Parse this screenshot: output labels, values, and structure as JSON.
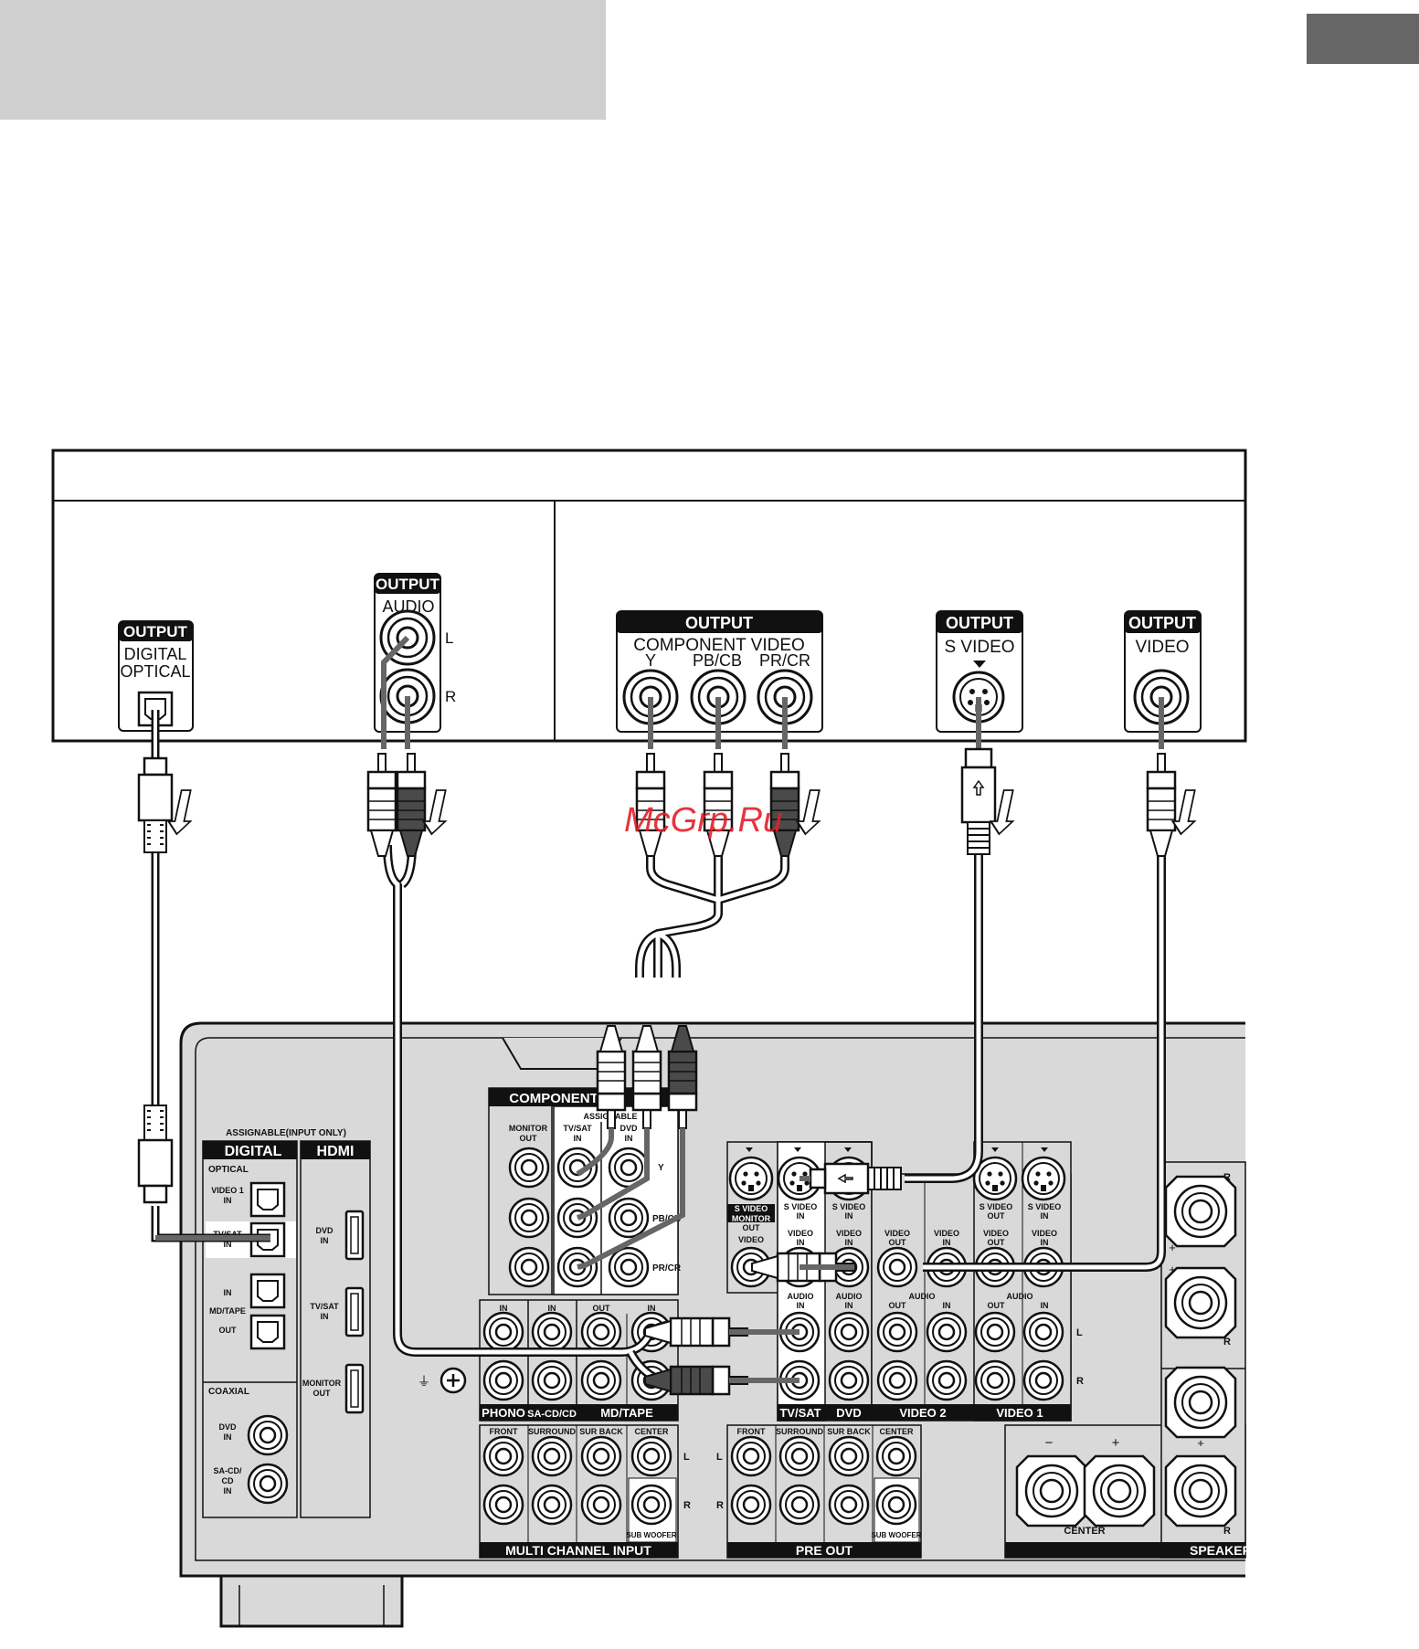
{
  "watermark": "McGrp.Ru",
  "colors": {
    "panel": "#d9d9d9",
    "header_block": "#cfcfcf",
    "tab": "#666666",
    "dark": "#111111",
    "watermark": "#e3202a"
  },
  "source_device": {
    "outputs": {
      "optical": {
        "header": "OUTPUT",
        "line1": "DIGITAL",
        "line2": "OPTICAL"
      },
      "audio": {
        "header": "OUTPUT",
        "label": "AUDIO",
        "left": "L",
        "right": "R"
      },
      "component": {
        "header": "OUTPUT",
        "label": "COMPONENT VIDEO",
        "y": "Y",
        "pb": "PB/CB",
        "pr": "PR/CR"
      },
      "svideo": {
        "header": "OUTPUT",
        "label": "S VIDEO"
      },
      "video": {
        "header": "OUTPUT",
        "label": "VIDEO"
      }
    }
  },
  "receiver": {
    "assignable_title": "ASSIGNABLE(INPUT ONLY)",
    "digital": {
      "title": "DIGITAL",
      "optical": "OPTICAL",
      "video1_in": [
        "VIDEO 1",
        "IN"
      ],
      "tvsat_in": [
        "TV/SAT",
        "IN"
      ],
      "in": "IN",
      "mdtape": "MD/TAPE",
      "out": "OUT",
      "coaxial": "COAXIAL",
      "dvd_in": [
        "DVD",
        "IN"
      ],
      "sacd_in": [
        "SA-CD/",
        "CD",
        "IN"
      ]
    },
    "hdmi": {
      "title": "HDMI",
      "dvd_in": [
        "DVD",
        "IN"
      ],
      "tvsat_in": [
        "TV/SAT",
        "IN"
      ],
      "monitor_out": [
        "MONITOR",
        "OUT"
      ]
    },
    "component": {
      "title": "COMPONENT",
      "assignable": "ASSIGNABLE",
      "monitor_out": [
        "MONITOR",
        "OUT"
      ],
      "tvsat_in": [
        "TV/SAT",
        "IN"
      ],
      "dvd_in": [
        "DVD",
        "IN"
      ],
      "y": "Y",
      "pb": "PB/CB",
      "pr": "PR/CR"
    },
    "audio_row": {
      "in": "IN",
      "out": "OUT",
      "phono": "PHONO",
      "sacd": "SA-CD/CD",
      "mdtape": "MD/TAPE"
    },
    "video_section": {
      "svideo": "S VIDEO",
      "video": "VIDEO",
      "audio": "AUDIO",
      "in": "IN",
      "out": "OUT",
      "monitor_out": [
        "MONITOR",
        "OUT"
      ],
      "tvsat": "TV/SAT",
      "dvd": "DVD",
      "video2": "VIDEO 2",
      "video1": "VIDEO 1",
      "l": "L",
      "r": "R"
    },
    "multi_channel": {
      "title": "MULTI CHANNEL INPUT",
      "front": "FRONT",
      "surround": "SURROUND",
      "surback": "SUR BACK",
      "center": "CENTER",
      "subwoofer": "SUB WOOFER",
      "l": "L",
      "r": "R"
    },
    "pre_out": {
      "title": "PRE OUT",
      "front": "FRONT",
      "surround": "SURROUND",
      "surback": "SUR BACK",
      "center": "CENTER",
      "subwoofer": "SUB WOOFER",
      "l": "L",
      "r": "R"
    },
    "speakers": {
      "title": "SPEAKERS",
      "center": "CENTER",
      "minus": "−",
      "plus": "+",
      "r": "R"
    }
  }
}
